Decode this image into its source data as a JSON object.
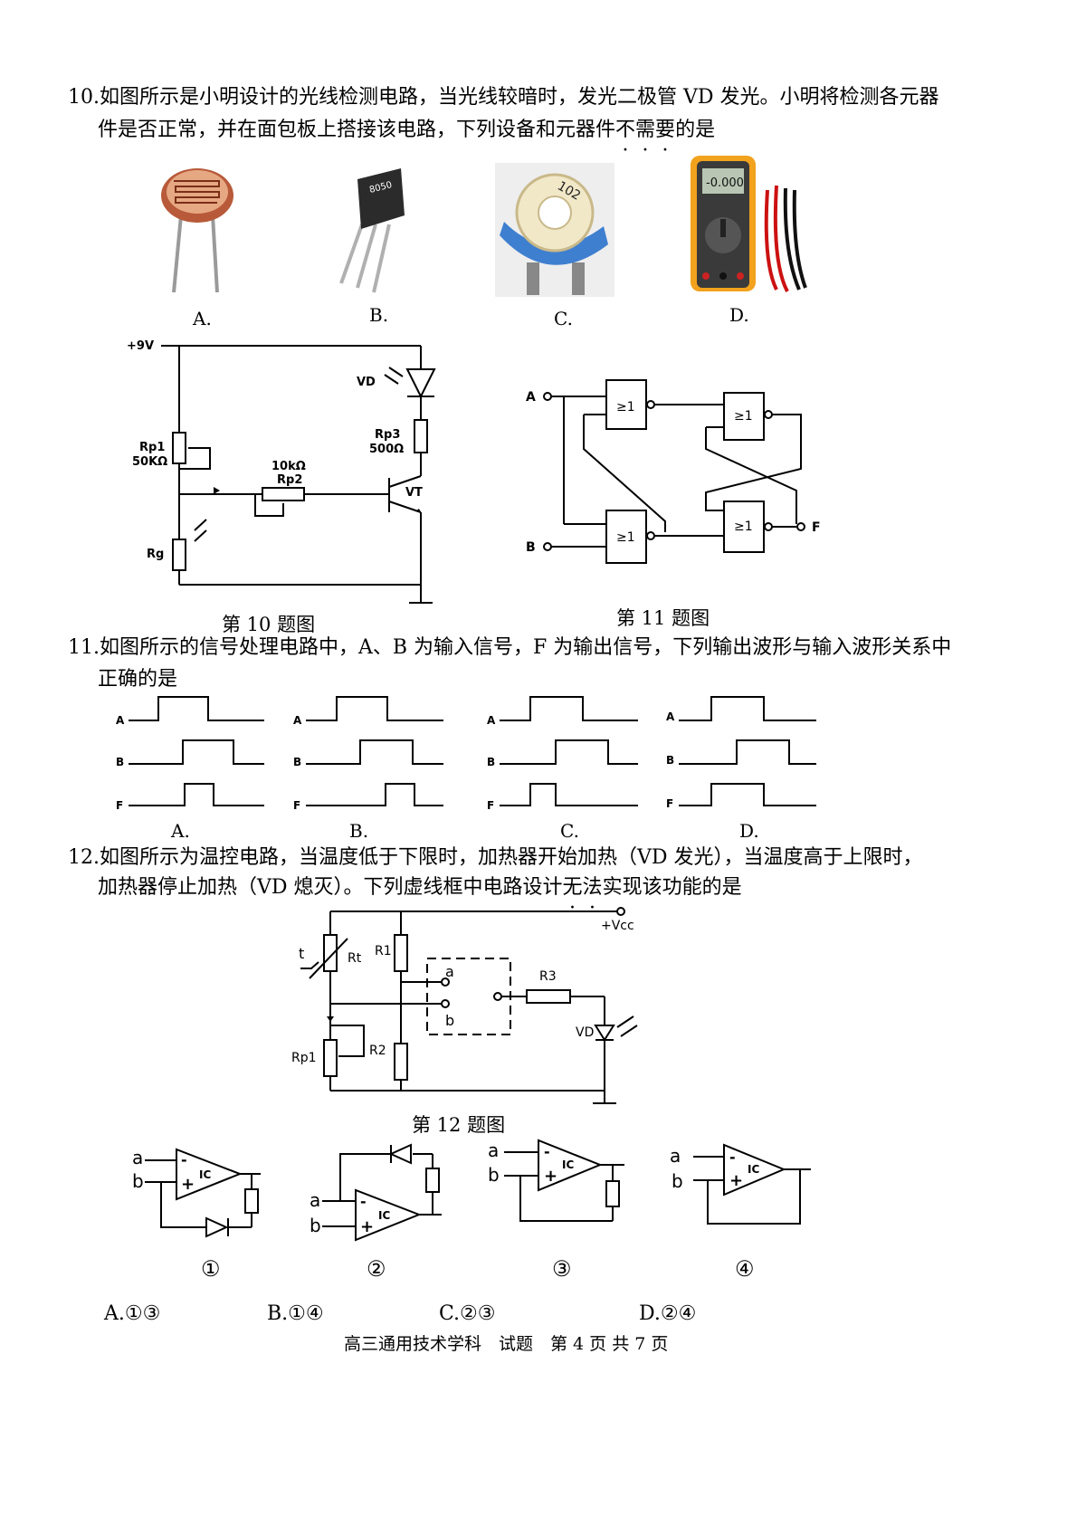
{
  "q10": {
    "line1": "10.如图所示是小明设计的光线检测电路，当光线较暗时，发光二极管 VD 发光。小明将检测各元器",
    "line2_pre": "件是否正常，并在面包板上搭接该电路，下列设备和元器件",
    "line2_em": [
      "不",
      "需",
      "要"
    ],
    "line2_post": "的是",
    "options": [
      "A.",
      "B.",
      "C.",
      "D."
    ],
    "transistor_mark": "8050",
    "pot_mark": "102",
    "meter_display": "-0.000",
    "caption": "第 10 题图",
    "labels": {
      "vcc": "+9V",
      "vd": "VD",
      "rp1": "Rp1",
      "rp1_val": "50KΩ",
      "rp2_val": "10kΩ",
      "rp2": "Rp2",
      "rp3": "Rp3",
      "rp3_val": "500Ω",
      "vt": "VT",
      "rg": "Rg"
    }
  },
  "q11": {
    "caption": "第 11 题图",
    "gate_label": "≥1",
    "inputs": [
      "A",
      "B"
    ],
    "output": "F",
    "line1": "11.如图所示的信号处理电路中，A、B 为输入信号，F 为输出信号，下列输出波形与输入波形关系中",
    "line2": "正确的是",
    "wave_labels": [
      "A",
      "B",
      "F"
    ],
    "options": [
      "A.",
      "B.",
      "C.",
      "D."
    ]
  },
  "q12": {
    "line1": "12.如图所示为温控电路，当温度低于下限时，加热器开始加热（VD 发光），当温度高于上限时，",
    "line2_pre": "加热器停止加热（VD 熄灭）。下列虚线框中电路设计",
    "line2_em": [
      "无",
      "法"
    ],
    "line2_post": "实现该功能的是",
    "caption": "第 12 题图",
    "labels": {
      "vcc": "+Vcc",
      "t": "t",
      "rt": "Rt",
      "r1": "R1",
      "r2": "R2",
      "r3": "R3",
      "rp1": "Rp1",
      "vd": "VD",
      "a": "a",
      "b": "b"
    },
    "opamp": {
      "a": "a",
      "b": "b",
      "ic": "IC",
      "minus": "-",
      "plus": "+"
    },
    "circuit_nums": [
      "①",
      "②",
      "③",
      "④"
    ],
    "answers": [
      "A.①③",
      "B.①④",
      "C.②③",
      "D.②④"
    ]
  },
  "footer": "高三通用技术学科　试题　第 4 页 共 7 页"
}
